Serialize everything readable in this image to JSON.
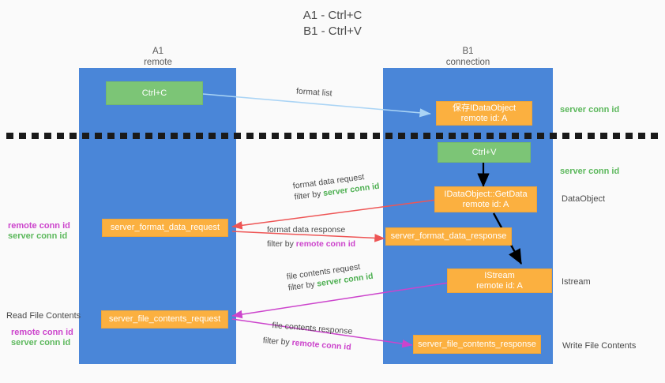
{
  "title": {
    "line1": "A1 - Ctrl+C",
    "line2": "B1 - Ctrl+V"
  },
  "columns": [
    {
      "name": "A1",
      "sub": "remote"
    },
    {
      "name": "B1",
      "sub": "connection"
    }
  ],
  "boxes": {
    "ctrl_c": {
      "line1": "Ctrl+C",
      "line2": "",
      "color": "#7cc576"
    },
    "save_dataobject": {
      "line1": "保存IDataObject",
      "line2": "remote id: A",
      "color": "#fbb040"
    },
    "ctrl_v": {
      "line1": "Ctrl+V",
      "line2": "",
      "color": "#7cc576"
    },
    "getdata": {
      "line1": "IDataObject::GetData",
      "line2": "remote id: A",
      "color": "#fbb040"
    },
    "format_data_request": {
      "line1": "server_format_data_request",
      "line2": "",
      "color": "#fbb040"
    },
    "format_data_response": {
      "line1": "server_format_data_response",
      "line2": "",
      "color": "#fbb040"
    },
    "istream": {
      "line1": "IStream",
      "line2": "remote id: A",
      "color": "#fbb040"
    },
    "file_contents_request": {
      "line1": "server_file_contents_request",
      "line2": "",
      "color": "#fbb040"
    },
    "file_contents_response": {
      "line1": "server_file_contents_response",
      "line2": "",
      "color": "#fbb040"
    }
  },
  "edges": {
    "format_list": {
      "label": "format list"
    },
    "format_data_request": {
      "line1": "format data request",
      "line2_pre": "filter by ",
      "line2_key": "server conn id"
    },
    "format_data_response": {
      "line1": "format data response",
      "line2_pre": "filter by ",
      "line2_key": "remote conn id"
    },
    "file_contents_request": {
      "line1": "file contents request",
      "line2_pre": "filter by ",
      "line2_key": "server conn id"
    },
    "file_contents_response": {
      "line1": "file contents response",
      "line2_pre": "filter by ",
      "line2_key": "remote conn id"
    }
  },
  "side_labels": {
    "right_server_conn_top": "server conn id",
    "right_server_conn_mid": "server conn id",
    "right_dataobject": "DataObject",
    "right_istream": "Istream",
    "right_write_file_contents": "Write File Contents",
    "left_remote_conn_1": "remote conn id",
    "left_server_conn_1": "server conn id",
    "left_read_file_contents": "Read File Contents",
    "left_remote_conn_2": "remote conn id",
    "left_server_conn_2": "server conn id"
  },
  "colors": {
    "lane": "#4a86d8",
    "green_box": "#7cc576",
    "orange_box": "#fbb040",
    "arrow_blue": "#aad4f5",
    "arrow_black": "#000000",
    "arrow_red": "#ee5555",
    "arrow_magenta": "#cc44cc",
    "green_text": "#5cb85c",
    "magenta_text": "#cc44cc",
    "divider": "#1a1a1a",
    "background": "#fafafa"
  }
}
